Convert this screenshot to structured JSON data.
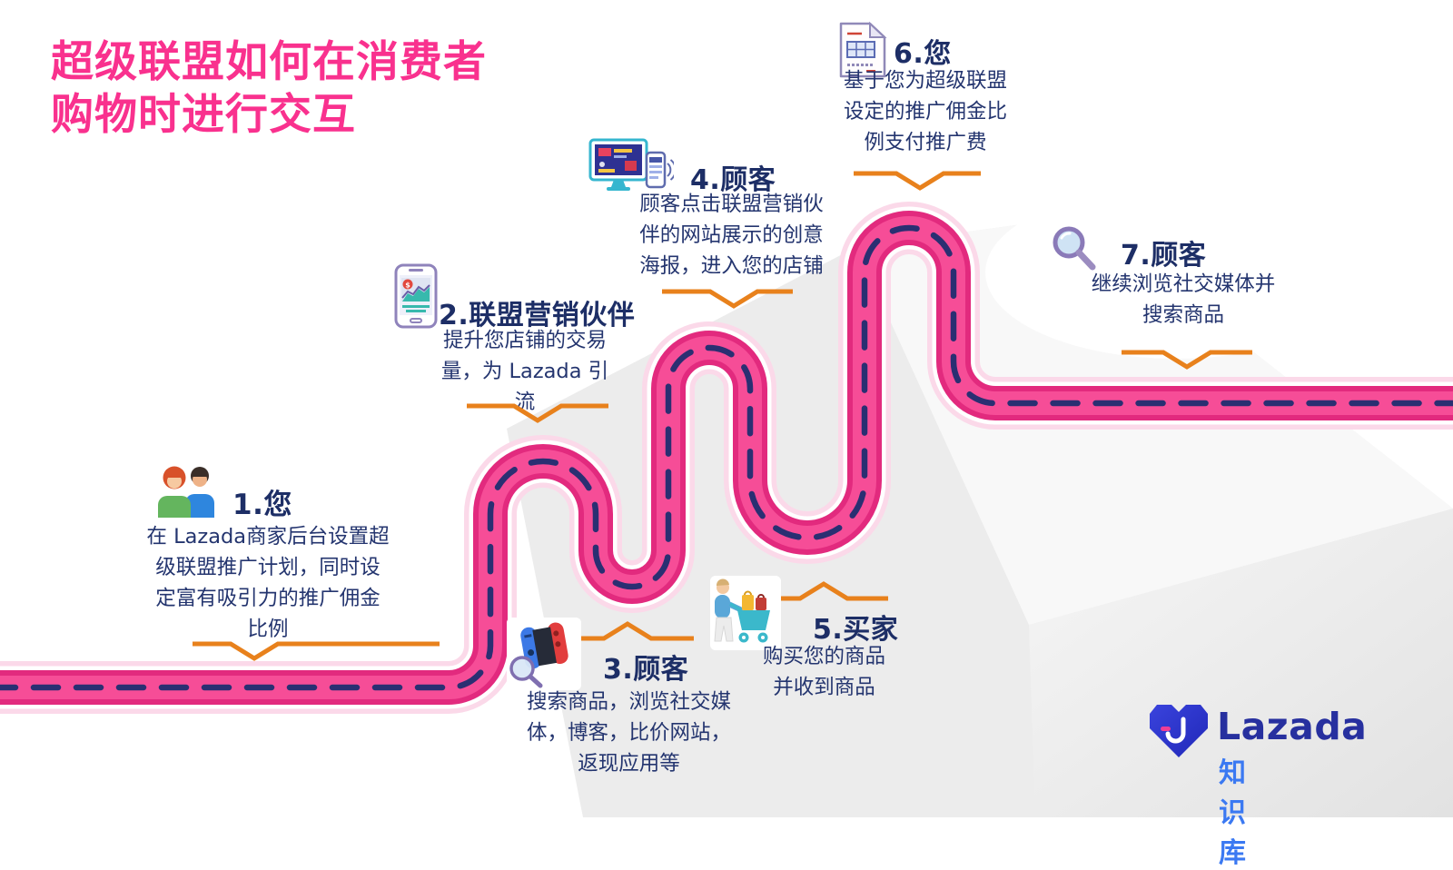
{
  "title": {
    "text": "超级联盟如何在消费者\n购物时进行交互"
  },
  "steps": [
    {
      "id": 1,
      "heading": "1.您",
      "body": "在 Lazada商家后台设置超\n级联盟推广计划，同时设\n定富有吸引力的推广佣金\n比例",
      "icon": "two-people-icon",
      "pointer": "down"
    },
    {
      "id": 2,
      "heading": "2.联盟营销伙伴",
      "body": "提升您店铺的交易\n量，为 Lazada 引\n流",
      "icon": "phone-chart-icon",
      "pointer": "down"
    },
    {
      "id": 3,
      "heading": "3.顾客",
      "body": "搜索商品，浏览社交媒\n体，博客，比价网站，\n返现应用等",
      "icon": "search-game-controller-icon",
      "pointer": "up"
    },
    {
      "id": 4,
      "heading": "4.顾客",
      "body": "顾客点击联盟营销伙\n伴的网站展示的创意\n海报，进入您的店铺",
      "icon": "monitor-phone-icon",
      "pointer": "down"
    },
    {
      "id": 5,
      "heading": "5.买家",
      "body": "购买您的商品\n并收到商品",
      "icon": "shopper-cart-icon",
      "pointer": "up"
    },
    {
      "id": 6,
      "heading": "6.您",
      "body": "基于您为超级联盟\n设定的推广佣金比\n例支付推广费",
      "icon": "invoice-icon",
      "pointer": "down"
    },
    {
      "id": 7,
      "heading": "7.顾客",
      "body": "继续浏览社交媒体并\n搜索商品",
      "icon": "magnifier-icon",
      "pointer": "down"
    }
  ],
  "logo": {
    "brand": "Lazada",
    "sub": "知识库"
  },
  "colors": {
    "title_pink": "#f9318e",
    "road_pink_edge": "#e22a7e",
    "road_pink_center": "#f64d97",
    "road_dash_navy": "#2a2f72",
    "pointer_orange": "#e8811c",
    "text_navy": "#24356f",
    "heading_navy": "#1d2e66",
    "lazada_blue": "#27309f",
    "lazada_light_blue": "#3b79f2",
    "background_gray": "#ececec"
  }
}
